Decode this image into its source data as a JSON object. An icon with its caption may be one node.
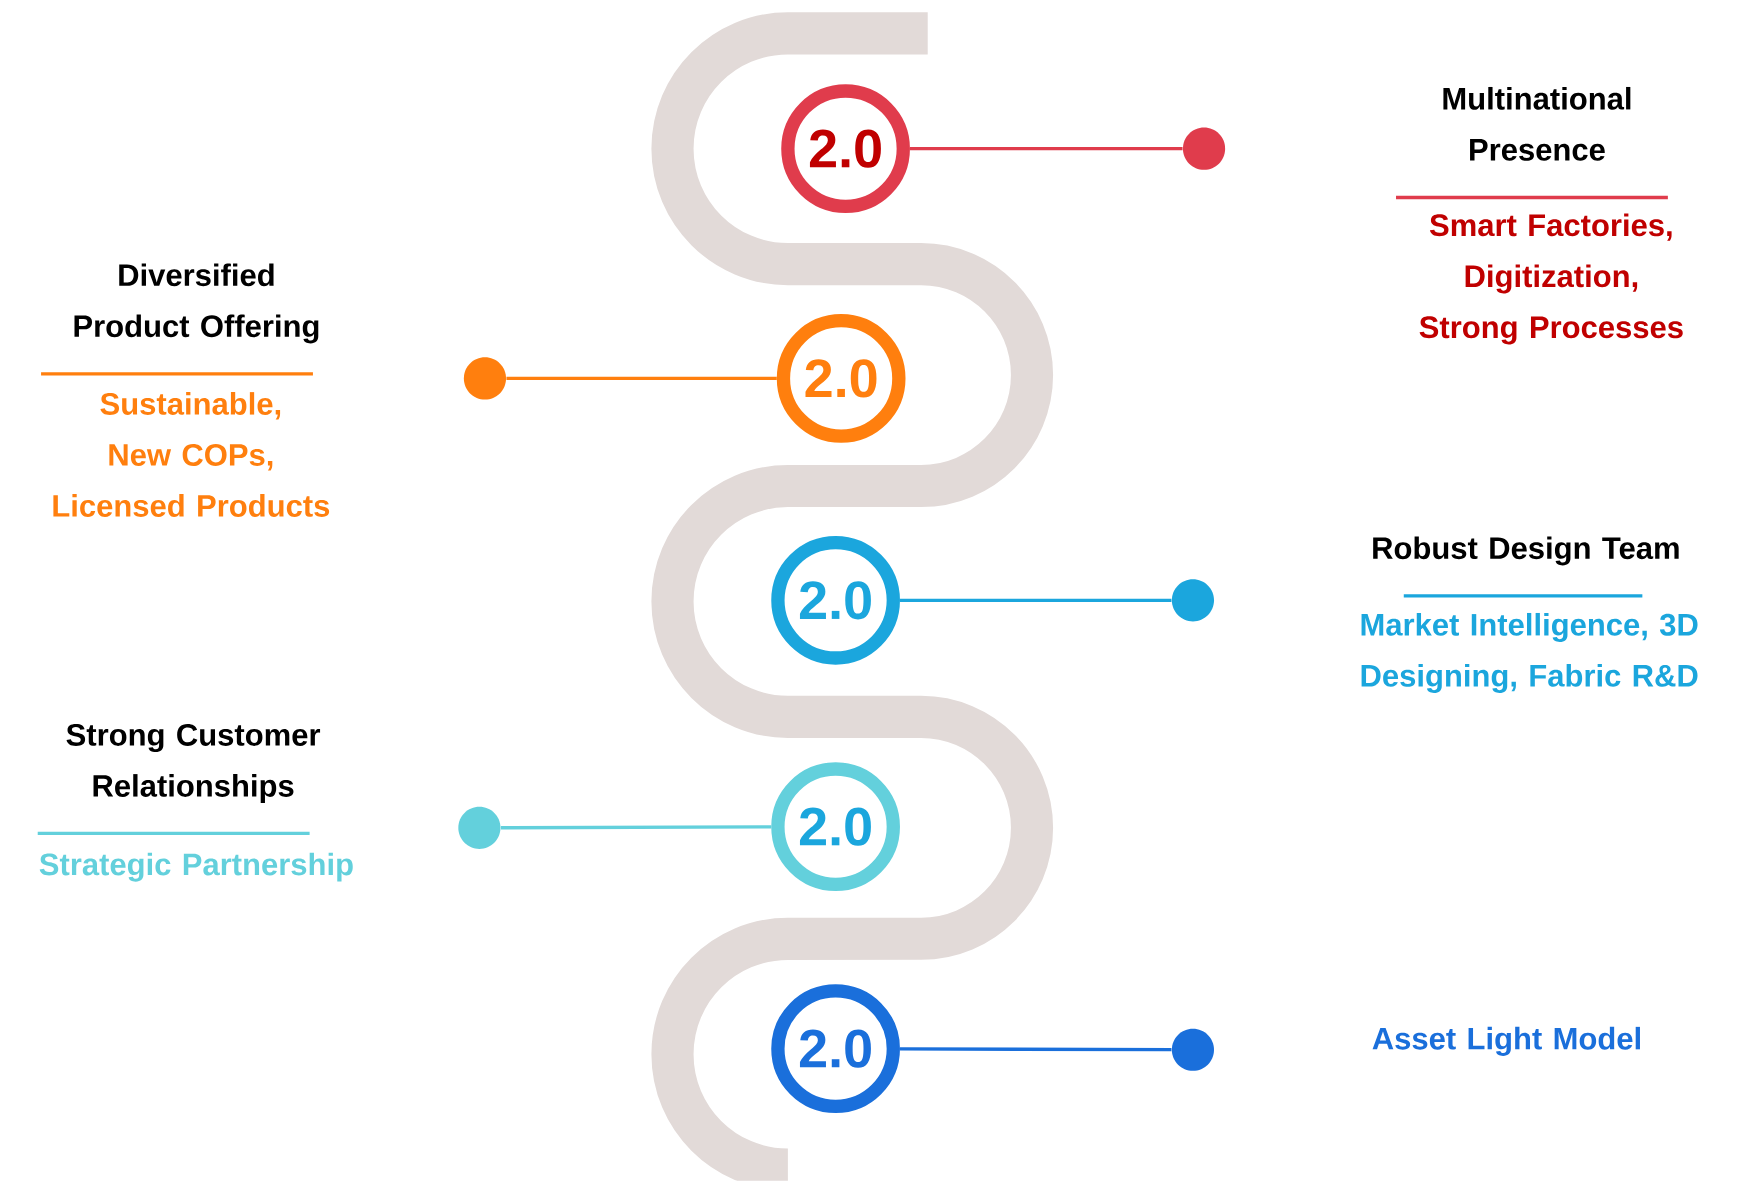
{
  "diagram": {
    "nodes": [
      {
        "text": [
          "2.0"
        ]
      },
      {
        "text": [
          "2.0"
        ]
      },
      {
        "text": [
          "2.0"
        ]
      },
      {
        "text": [
          "2.0"
        ]
      },
      {
        "text": [
          "2.0"
        ]
      },
      {
        "text": [],
        "shape": "circle"
      },
      {
        "text": [],
        "shape": "circle"
      },
      {
        "text": [],
        "shape": "circle"
      },
      {
        "text": [],
        "shape": "circle"
      },
      {
        "text": [],
        "shape": "circle"
      }
    ],
    "edges": [
      {
        "from": 0,
        "to": 5,
        "arrow": "none",
        "color": "#e03c4c"
      },
      {
        "from": 1,
        "to": 6,
        "arrow": "none",
        "color": "#ff7f0e"
      },
      {
        "from": 2,
        "to": 7,
        "arrow": "none",
        "color": "#1ba6dd"
      },
      {
        "from": 3,
        "to": 8,
        "arrow": "none",
        "color": "#63d0dc"
      },
      {
        "from": 4,
        "to": 9,
        "arrow": "none",
        "color": "#1a6fdb"
      }
    ],
    "labels": [
      "Multinational Presence",
      "Smart Factories, Digitization, Strong Processes",
      "Diversified Product Offering",
      "Sustainable, New COPs, Licensed Products",
      "Robust Design Team",
      "Market Intelligence, 3D Designing, Fabric R&D",
      "Strong Customer Relationships",
      "Strategic Partnership",
      "Asset Light Model"
    ]
  }
}
